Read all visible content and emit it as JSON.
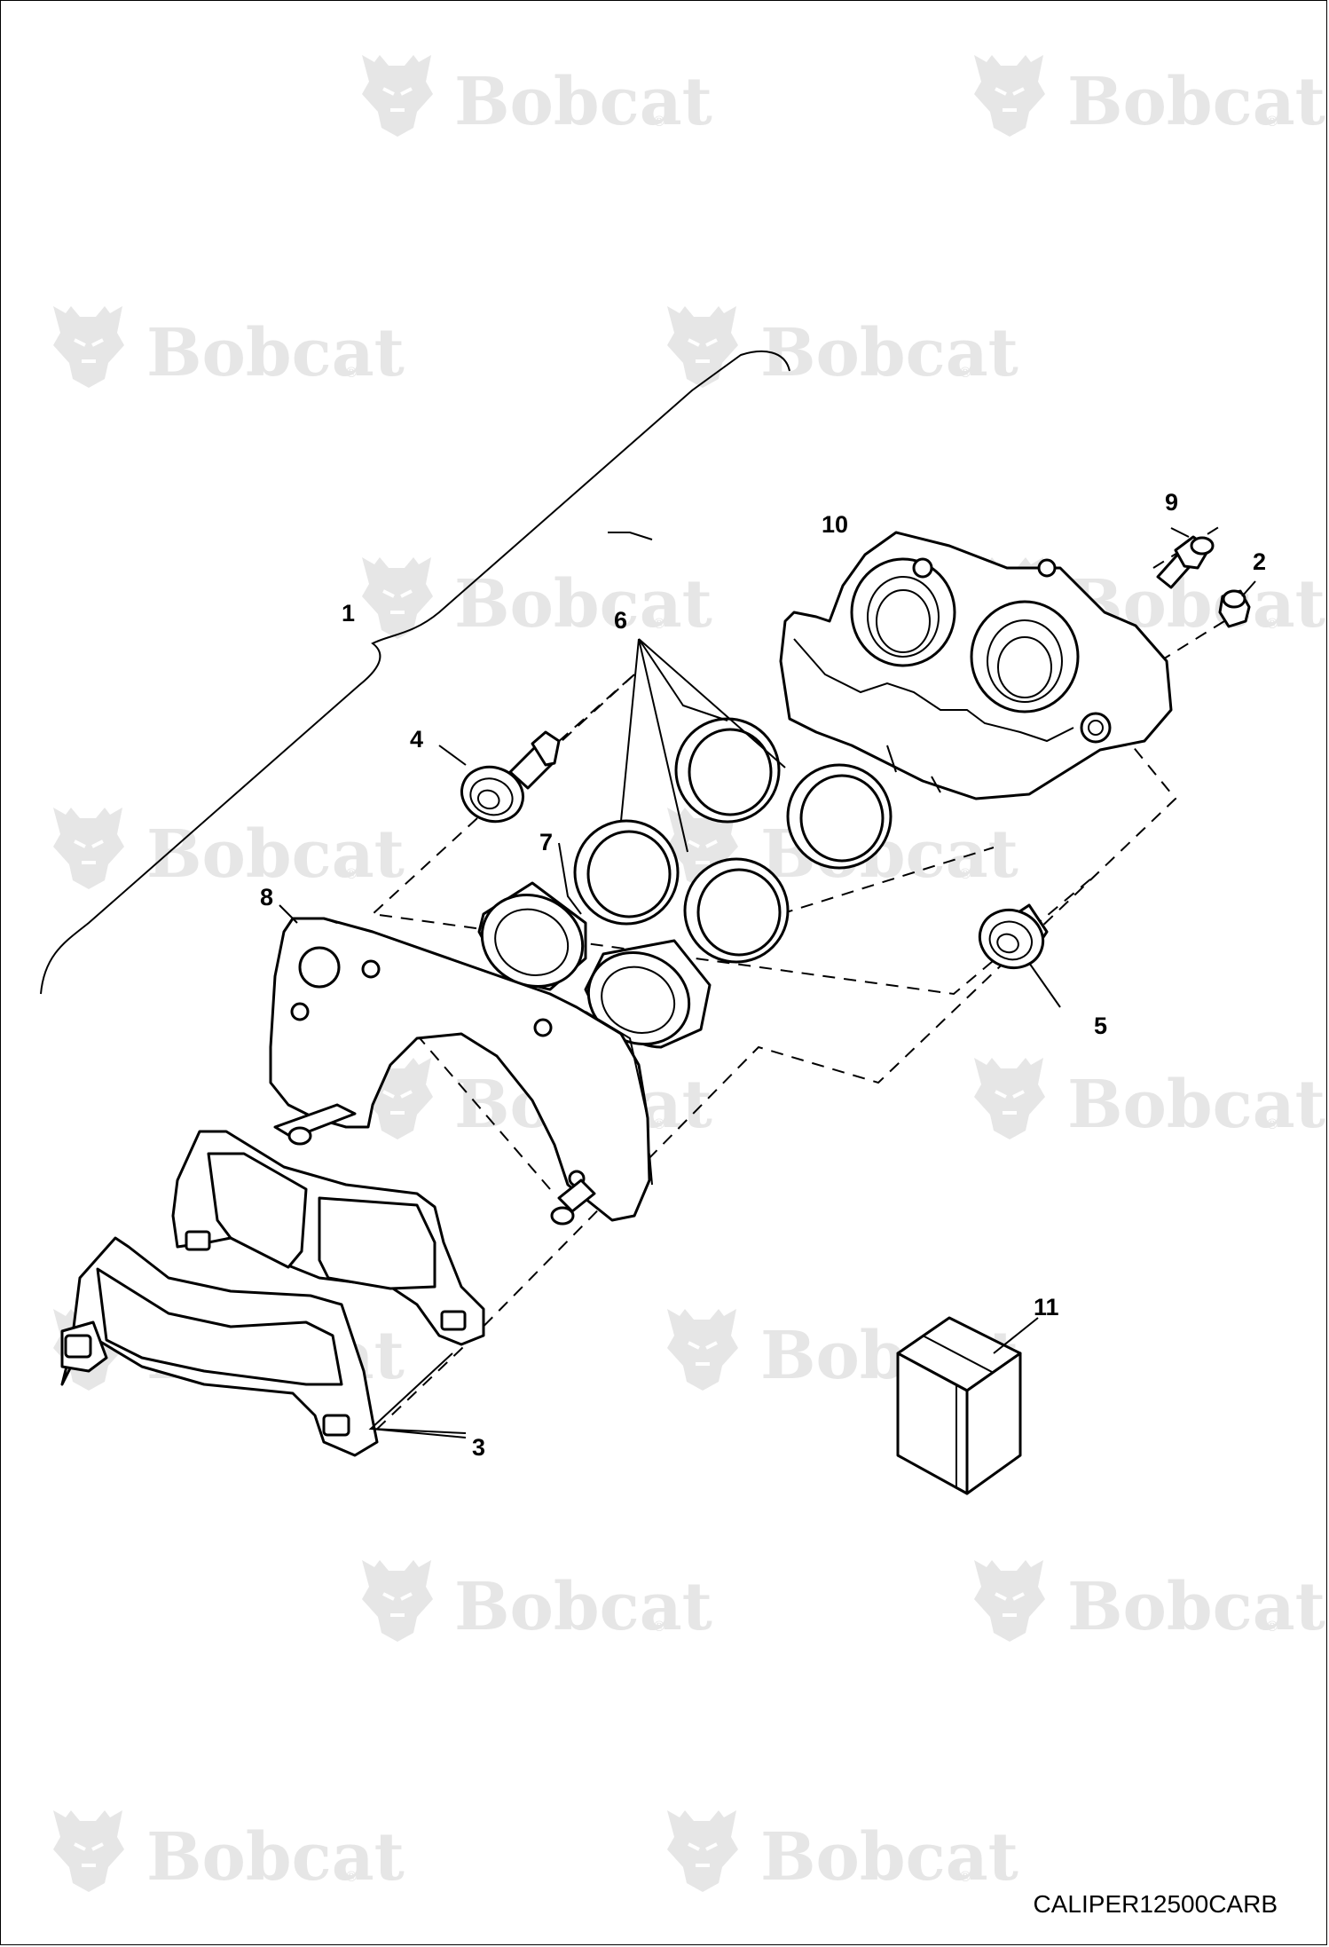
{
  "watermark": {
    "brand": "Bobcat",
    "registered": "®",
    "logo_icon": "bobcat-head-logo-icon"
  },
  "callouts": [
    "1",
    "2",
    "3",
    "4",
    "5",
    "6",
    "7",
    "8",
    "9",
    "10",
    "11"
  ],
  "drawing_code": "CALIPER12500CARB",
  "colors": {
    "line": "#000000",
    "watermark": "#e6e6e6",
    "background": "#ffffff"
  }
}
